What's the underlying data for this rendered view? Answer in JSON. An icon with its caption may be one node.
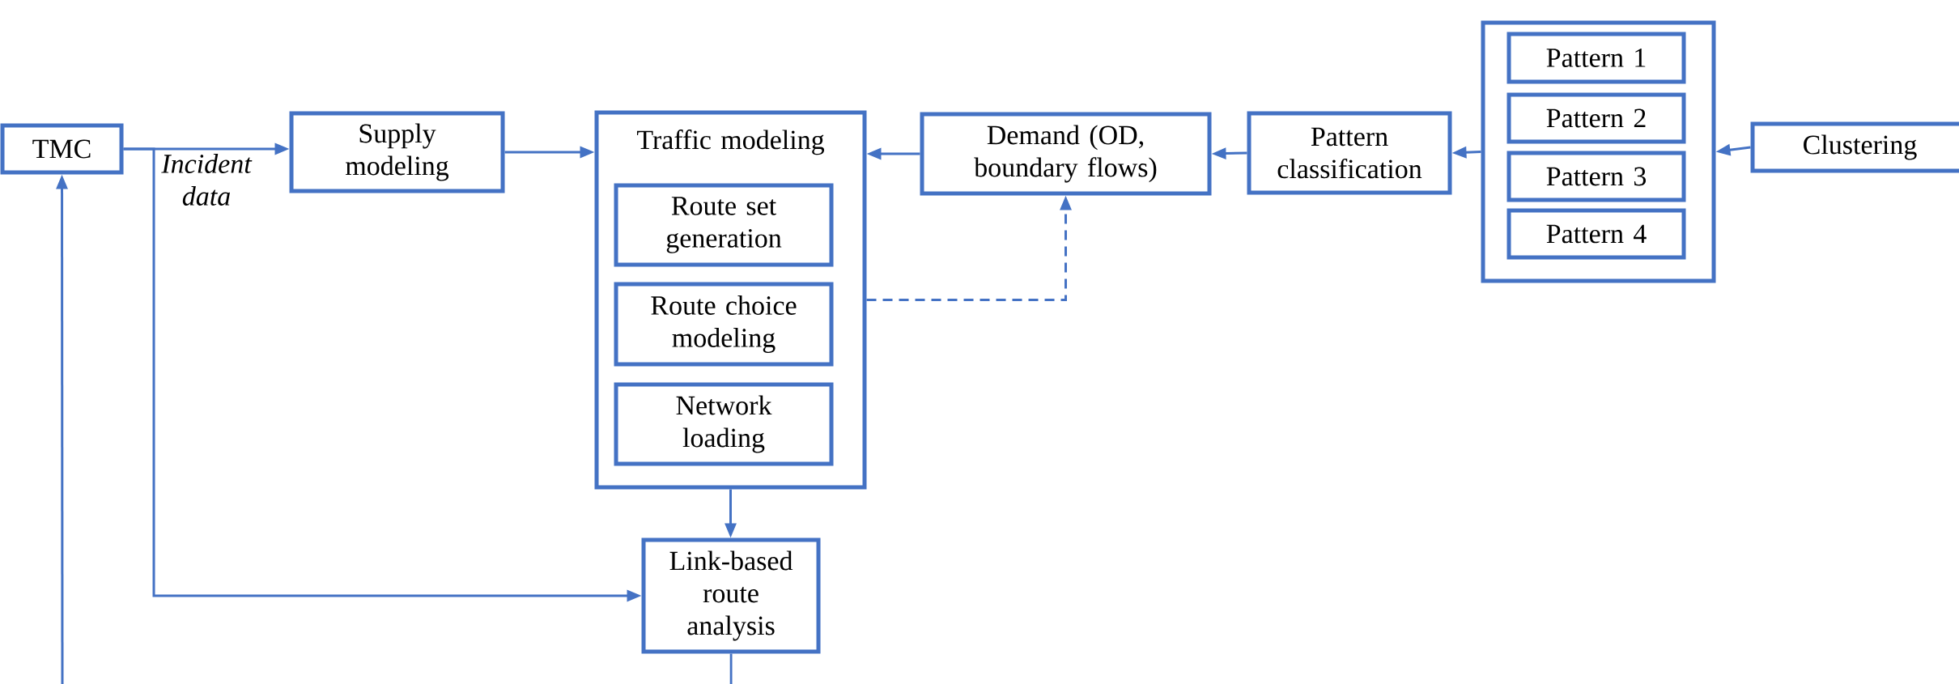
{
  "diagram": {
    "nodes": [
      {
        "text": [
          "TMC"
        ]
      },
      {
        "text": [
          "Supply modeling"
        ]
      },
      {
        "text": [
          "Traffic modeling"
        ]
      },
      {
        "text": [
          "Route set generation"
        ],
        "in": 2
      },
      {
        "text": [
          "Route choice modeling"
        ],
        "in": 2
      },
      {
        "text": [
          "Network loading"
        ],
        "in": 2
      },
      {
        "text": [
          "Link-based route analysis"
        ]
      },
      {
        "text": [
          "Demand (OD, boundary flows)"
        ]
      },
      {
        "text": [
          "Pattern classification"
        ]
      },
      {
        "text": [],
        "shape": "box"
      },
      {
        "text": [
          "Pattern 1"
        ],
        "in": 9
      },
      {
        "text": [
          "Pattern 2"
        ],
        "in": 9
      },
      {
        "text": [
          "Pattern 3"
        ],
        "in": 9
      },
      {
        "text": [
          "Pattern 4"
        ],
        "in": 9
      },
      {
        "text": [
          "Clustering"
        ]
      }
    ],
    "edges": [
      {
        "from": null,
        "to": 0,
        "arrow": "to"
      },
      {
        "from": 0,
        "to": 1,
        "arrow": "to",
        "label": "Incident data"
      },
      {
        "from": 0,
        "to": 6,
        "arrow": "to"
      },
      {
        "from": 1,
        "to": 2,
        "arrow": "to"
      },
      {
        "from": 7,
        "to": 2,
        "arrow": "to"
      },
      {
        "from": 2,
        "to": 7,
        "arrow": "to",
        "style": "dashed"
      },
      {
        "from": 8,
        "to": 7,
        "arrow": "to"
      },
      {
        "from": 9,
        "to": 8,
        "arrow": "to"
      },
      {
        "from": 14,
        "to": 9,
        "arrow": "to"
      },
      {
        "from": 2,
        "to": 6,
        "arrow": "to"
      },
      {
        "from": 6,
        "to": null,
        "arrow": "none"
      }
    ]
  }
}
